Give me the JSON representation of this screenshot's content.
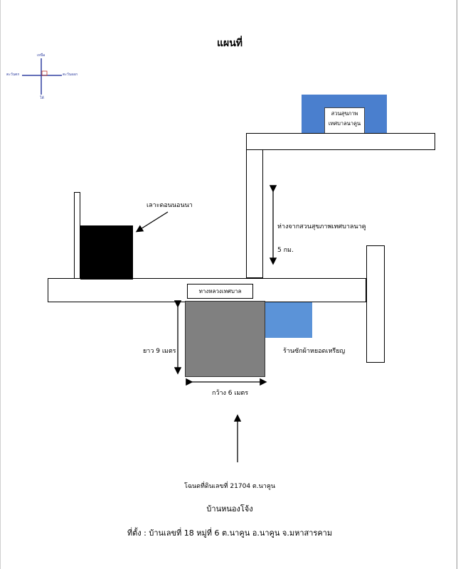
{
  "title": "แผนที่",
  "compass": {
    "north": "เหนือ",
    "south": "ใต้",
    "east": "ตะวันออก",
    "west": "ตะวันตก"
  },
  "park": {
    "line1": "สวนสุขภาพ",
    "line2": "เทศบาลนาคูน"
  },
  "island_label": "เลาะดอนนอนนา",
  "road_label": "ทางหลวงเทศบาล",
  "distance": {
    "line1": "ห่างจากสวนสุขภาพเทศบาลนาคู",
    "line2": "5 กม."
  },
  "shop_label": "ร้านซักผ้าหยอดเหรียญ",
  "length_label": "ยาว 9 เมตร",
  "width_label": "กว้าง 6 เมตร",
  "footer": {
    "deed": "โฉนดที่ดินเลขที่ 21704  ต.นาคูน",
    "village": "บ้านหนองโจ้ง",
    "address": "ที่ตั้ง : บ้านเลขที่ 18 หมู่ที่ 6 ต.นาคูน อ.นาคูน จ.มหาสารคาม"
  },
  "colors": {
    "park_blue": "#4a7fce",
    "shop_blue": "#5b93d8",
    "plot_grey": "#808080",
    "compass_blue": "#2f3fa0"
  }
}
